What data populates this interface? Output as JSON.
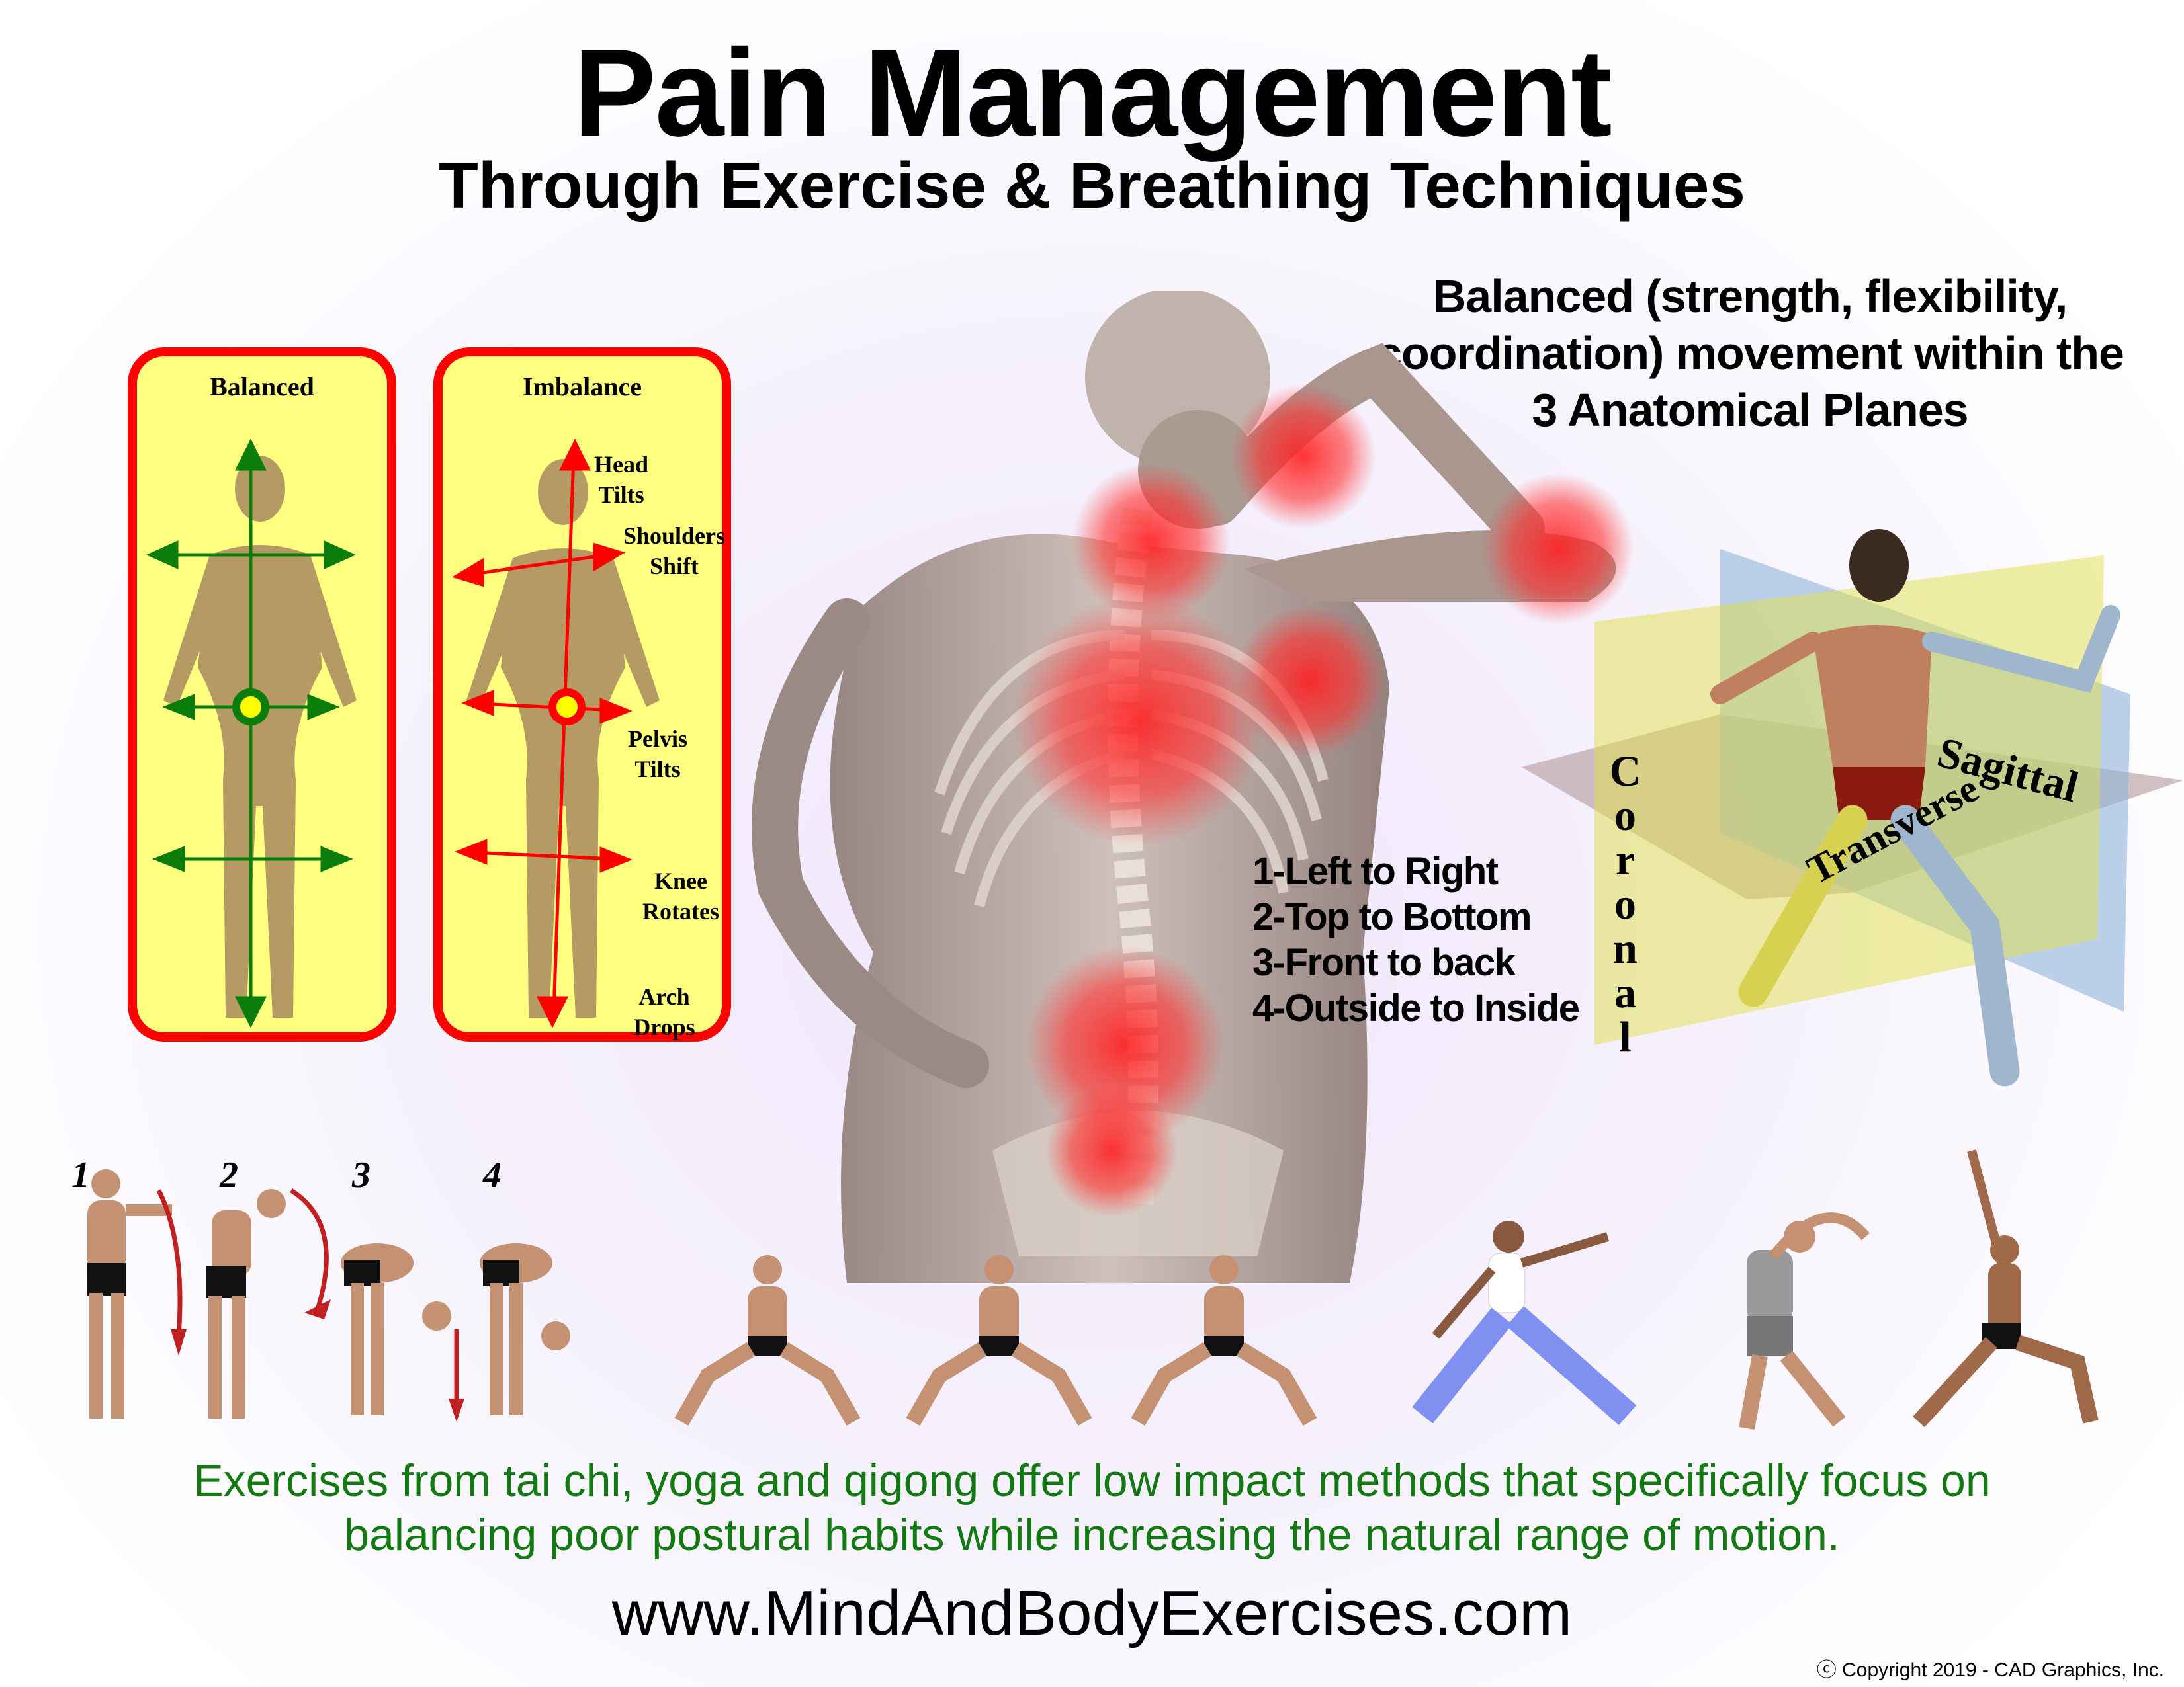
{
  "header": {
    "title": "Pain Management",
    "subtitle": "Through Exercise & Breathing Techniques"
  },
  "planes_heading": {
    "lines": [
      "Balanced (strength, flexibility,",
      "coordination) movement within the",
      "3 Anatomical Planes"
    ]
  },
  "posture": {
    "balanced": {
      "title": "Balanced",
      "color": "#008000"
    },
    "imbalance": {
      "title": "Imbalance",
      "color": "#ff0000",
      "labels": [
        {
          "line1": "Head",
          "line2": "Tilts"
        },
        {
          "line1": "Shoulders",
          "line2": "Shift"
        },
        {
          "line1": "Pelvis",
          "line2": "Tilts"
        },
        {
          "line1": "Knee",
          "line2": "Rotates"
        },
        {
          "line1": "Arch",
          "line2": "Drops"
        }
      ]
    }
  },
  "movement_list": [
    "1-Left to Right",
    "2-Top to Bottom",
    "3-Front to back",
    "4-Outside to Inside"
  ],
  "planes": {
    "coronal": "Coronal",
    "sagittal": "Sagittal",
    "transverse": "Transverse"
  },
  "exercise_numbers": [
    "1",
    "2",
    "3",
    "4"
  ],
  "footer": {
    "exercise_text_1": "Exercises from tai chi, yoga and qigong offer low impact methods that specifically focus on",
    "exercise_text_2": "balancing poor postural habits while increasing the natural range of motion.",
    "website": "www.MindAndBodyExercises.com",
    "copyright": "ⓒ Copyright 2019 - CAD Graphics, Inc."
  },
  "colors": {
    "pain_glow": "#ff2020",
    "box_fill": "#ffff80",
    "box_border": "#ff0000",
    "text_green": "#137a13"
  }
}
